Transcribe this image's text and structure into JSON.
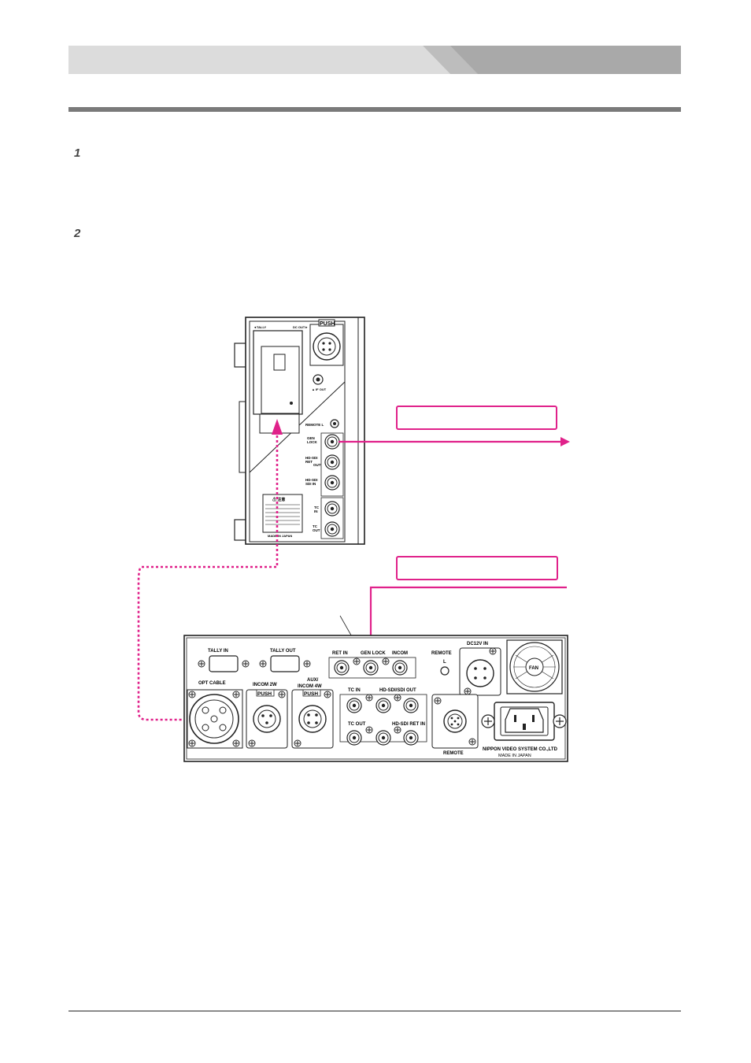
{
  "steps": [
    "1",
    "2"
  ],
  "camera_adapter": {
    "top_labels": [
      "◄TALLY",
      "DC OUT►"
    ],
    "push_label": "PUSH",
    "if_out_label": "▲ IF OUT",
    "connectors": {
      "remote_l": "REMOTE L",
      "gen_lock": [
        "GEN",
        "LOCK"
      ],
      "hd_sdi_ret_out": [
        "HD-SDI",
        "RET",
        "OUT"
      ],
      "hd_sdi_sdi_in": [
        "HD-SDI",
        "SDI IN"
      ],
      "tc_in": [
        "TC",
        "IN"
      ],
      "tc_out": [
        "TC",
        "OUT"
      ]
    },
    "warning_title": "⚠ 注意",
    "made_in_japan": "MADE IN JAPAN"
  },
  "base_station": {
    "labels": {
      "tally_in": "TALLY IN",
      "tally_out": "TALLY OUT",
      "ret_in": "RET IN",
      "gen_lock": "GEN LOCK",
      "incom": "INCOM",
      "remote_top": "REMOTE",
      "remote_l": "L",
      "dc12v_in": "DC12V IN",
      "fan": "FAN",
      "opt_cable": "OPT CABLE",
      "incom_2w": "INCOM 2W",
      "aux_incom_4w": [
        "AUX/",
        "INCOM 4W"
      ],
      "push": "PUSH",
      "tc_in": "TC IN",
      "hd_sdi_sdi_out": "HD-SDI/SDI OUT",
      "tc_out": "TC OUT",
      "hd_sdi_ret_in": "HD-SDI RET IN",
      "remote_bottom": "REMOTE",
      "maker": "NIPPON VIDEO SYSTEM CO.,LTD",
      "made_in_japan": "MADE IN JAPAN"
    }
  },
  "colors": {
    "accent": "#e0218a",
    "line": "#222222",
    "header_light": "#dcdcdc",
    "header_dark": "#a9a9a9"
  }
}
